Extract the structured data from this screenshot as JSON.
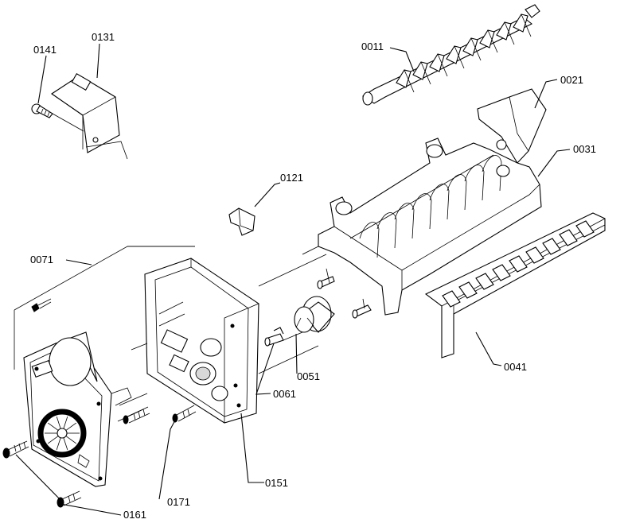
{
  "callouts": {
    "p0011": "0011",
    "p0021": "0021",
    "p0031": "0031",
    "p0041": "0041",
    "p0051": "0051",
    "p0061": "0061",
    "p0071": "0071",
    "p0121": "0121",
    "p0131": "0131",
    "p0141": "0141",
    "p0151": "0151",
    "p0161": "0161",
    "p0171": "0171"
  }
}
